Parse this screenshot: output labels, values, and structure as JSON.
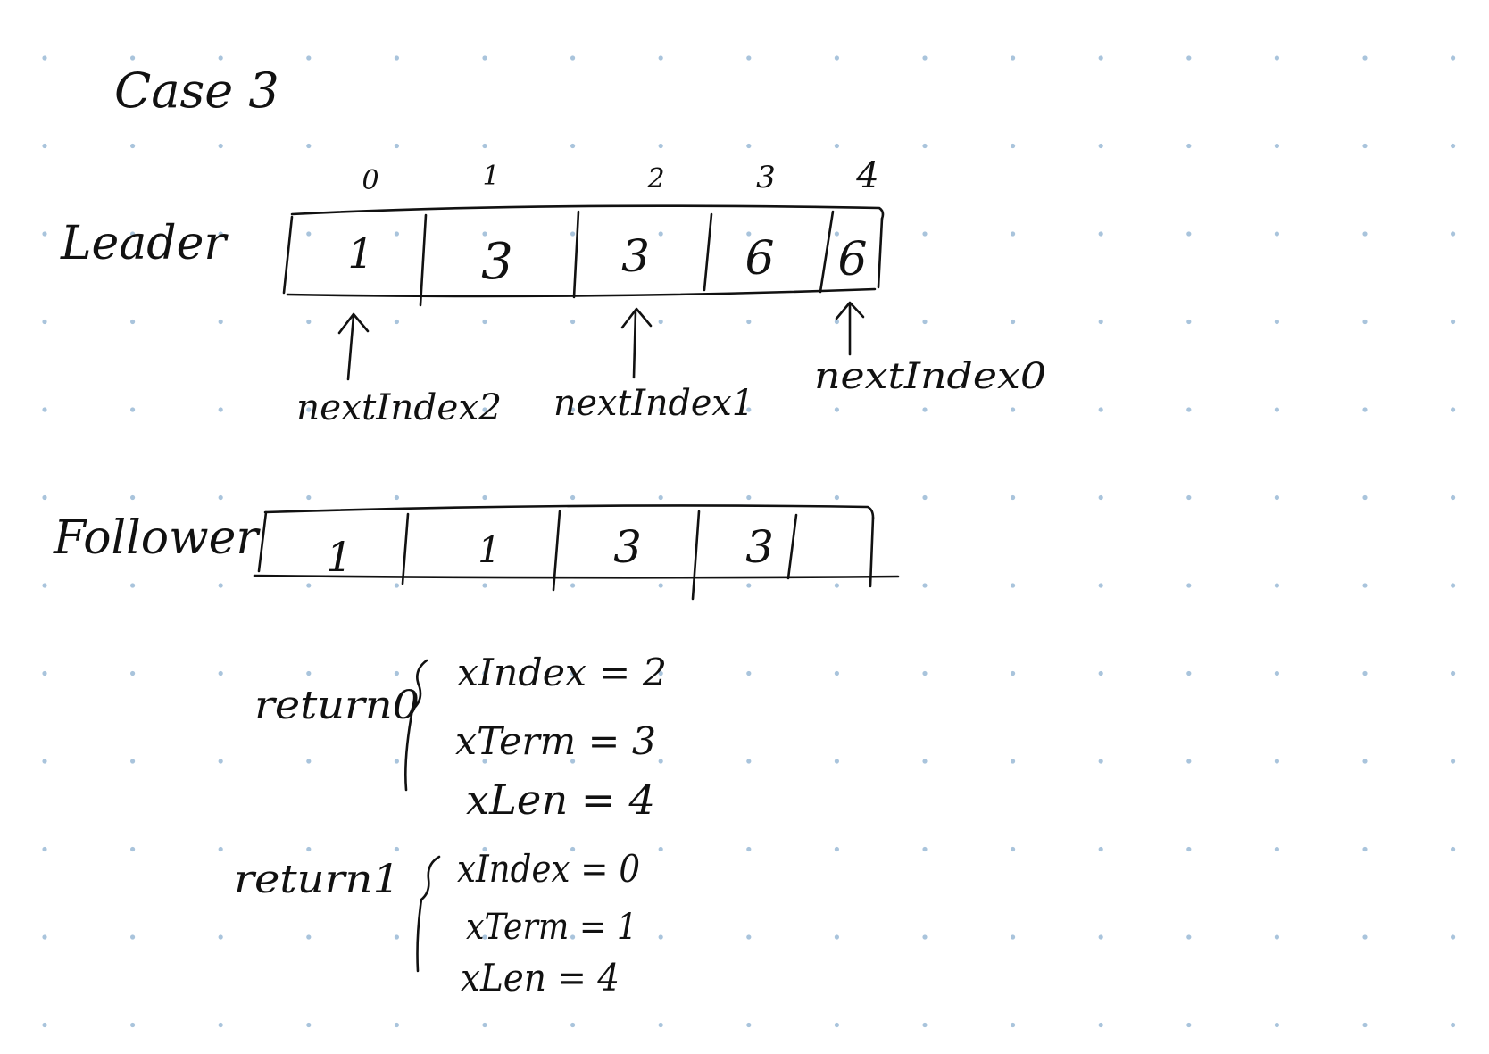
{
  "title": "Case 3",
  "leader": {
    "label": "Leader",
    "indices": [
      "0",
      "1",
      "2",
      "3",
      "4"
    ],
    "cells": [
      "1",
      "3",
      "3",
      "6",
      "6"
    ]
  },
  "pointers": [
    {
      "label": "nextIndex2",
      "cell": 0
    },
    {
      "label": "nextIndex1",
      "cell": 2
    },
    {
      "label": "nextIndex0",
      "cell": 4
    }
  ],
  "follower": {
    "label": "Follower",
    "cells": [
      "1",
      "1",
      "3",
      "3",
      ""
    ]
  },
  "returns": [
    {
      "label": "return0",
      "lines": [
        "xIndex = 2",
        "xTerm = 3",
        "xLen = 4"
      ]
    },
    {
      "label": "return1",
      "lines": [
        "xIndex = 0",
        "xTerm = 1",
        "xLen = 4"
      ]
    }
  ],
  "colors": {
    "ink": "#111111",
    "grid_dot": "#a9c4dc",
    "paper": "#ffffff"
  }
}
